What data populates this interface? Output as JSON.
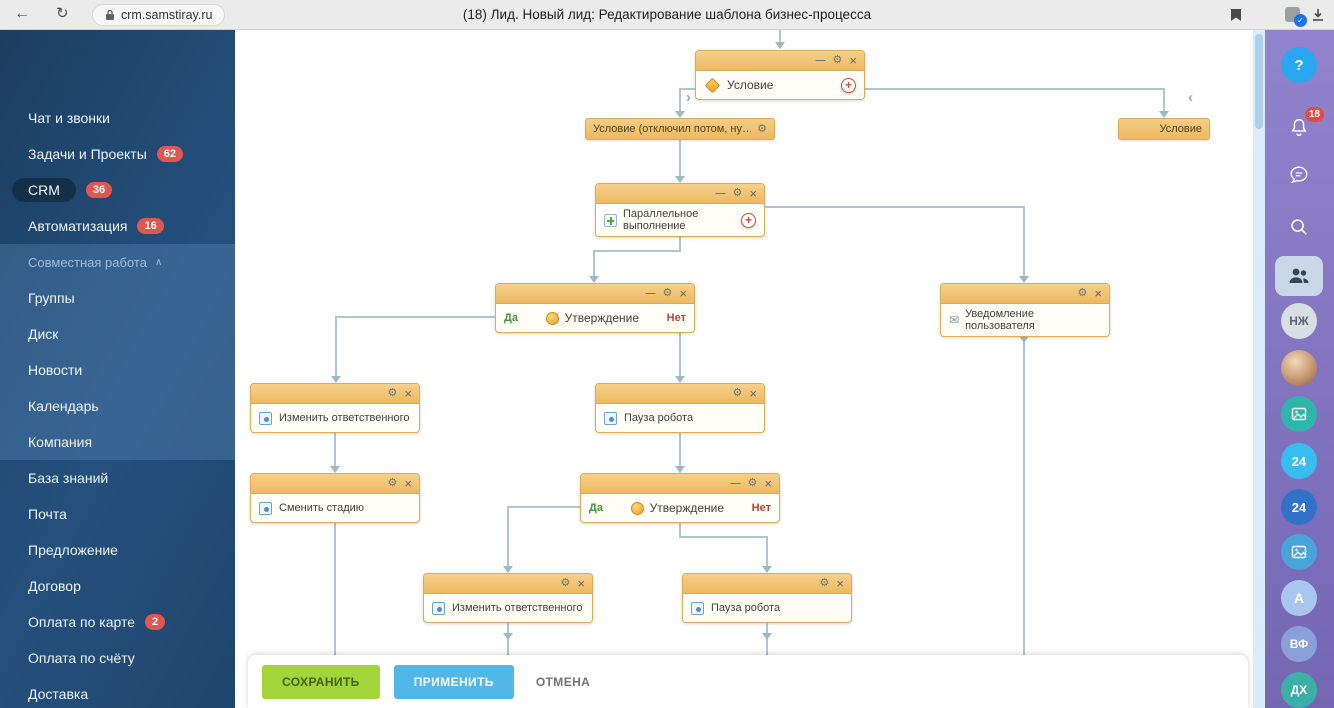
{
  "browser": {
    "url": "crm.samstiray.ru",
    "title": "(18) Лид. Новый лид: Редактирование шаблона бизнес-процесса"
  },
  "icons": {
    "back": "←",
    "refresh": "↻",
    "minimize": "—",
    "gear": "⚙",
    "close": "×",
    "add": "+",
    "chevron_up": "∧",
    "branch_prev": "‹",
    "branch_next": "›",
    "envelope": "✉",
    "check": "✓"
  },
  "sidebar": {
    "items": [
      {
        "label": "Чат и звонки"
      },
      {
        "label": "Задачи и Проекты",
        "badge": "62"
      },
      {
        "label": "CRM",
        "badge": "36"
      },
      {
        "label": "Автоматизация",
        "badge": "16"
      },
      {
        "label": "Совместная работа"
      },
      {
        "label": "Группы"
      },
      {
        "label": "Диск"
      },
      {
        "label": "Новости"
      },
      {
        "label": "Календарь"
      },
      {
        "label": "Компания"
      },
      {
        "label": "База знаний"
      },
      {
        "label": "Почта"
      },
      {
        "label": "Предложение"
      },
      {
        "label": "Договор"
      },
      {
        "label": "Оплата по карте",
        "badge": "2"
      },
      {
        "label": "Оплата по счёту"
      },
      {
        "label": "Доставка"
      }
    ]
  },
  "canvas": {
    "nodes": {
      "condition_top": {
        "title": "Условие"
      },
      "branch_left": {
        "title": "Условие (отключил потом, ну…"
      },
      "branch_right": {
        "title": "Условие"
      },
      "parallel": {
        "title": "Параллельное выполнение"
      },
      "approval1": {
        "title": "Утверждение",
        "yes": "Да",
        "no": "Нет"
      },
      "notify_user": {
        "title": "Уведомление пользователя"
      },
      "change_responsible1": {
        "title": "Изменить ответственного"
      },
      "robot_pause1": {
        "title": "Пауза робота"
      },
      "change_stage": {
        "title": "Сменить стадию"
      },
      "approval2": {
        "title": "Утверждение",
        "yes": "Да",
        "no": "Нет"
      },
      "change_responsible2": {
        "title": "Изменить ответственного"
      },
      "robot_pause2": {
        "title": "Пауза робота"
      }
    }
  },
  "footer": {
    "save": "СОХРАНИТЬ",
    "apply": "ПРИМЕНИТЬ",
    "cancel": "ОТМЕНА"
  },
  "rightbar": {
    "help": "?",
    "notifications": "18",
    "bitrix1": "24",
    "bitrix2": "24",
    "avatar_nzh": "НЖ",
    "avatar_a": "A",
    "avatar_vf": "ВФ",
    "avatar_dh": "ДХ"
  },
  "colors": {
    "sidebar_blue": "#1d4063",
    "node_orange": "#f1c377",
    "badge_red": "#de5750",
    "save_green": "#a2d539",
    "apply_blue": "#50b7e8",
    "yes_green": "#3d9b3d",
    "no_red": "#b5443c",
    "rail_purple": "#8578c2",
    "connector": "#aec6d4"
  }
}
